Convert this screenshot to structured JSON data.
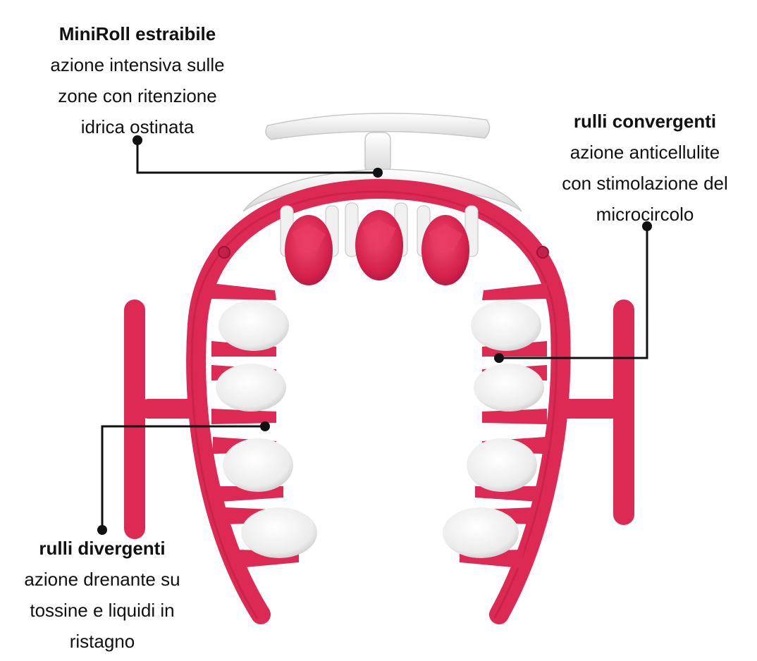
{
  "colors": {
    "frame": "#dc2a55",
    "frame_dark": "#b71a42",
    "roller_white": "#f2f2f2",
    "roller_shade": "#c9c9c9",
    "leader": "#111111"
  },
  "callouts": {
    "miniroll": {
      "title": "MiniRoll estraibile",
      "lines": [
        "azione intensiva sulle",
        "zone con ritenzione",
        "idrica ostinata"
      ]
    },
    "convergenti": {
      "title": "rulli convergenti",
      "lines": [
        "azione anticellulite",
        "con stimolazione del",
        "microcircolo"
      ]
    },
    "divergenti": {
      "title": "rulli divergenti",
      "lines": [
        "azione drenante su",
        "tossine e liquidi in",
        "ristagno"
      ]
    }
  }
}
